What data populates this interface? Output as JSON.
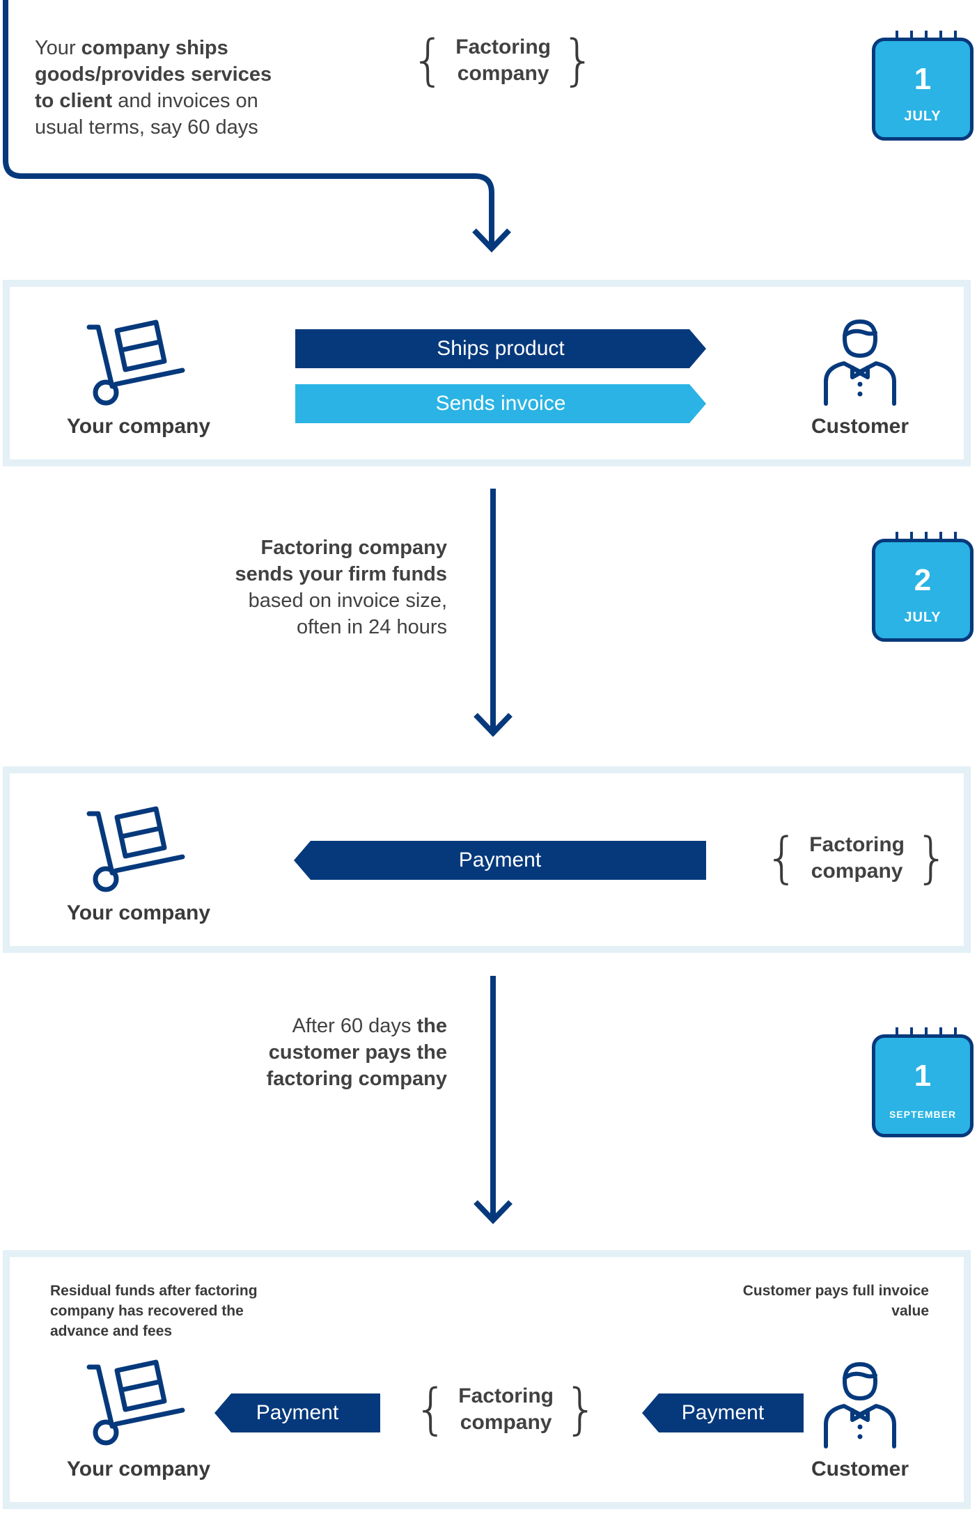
{
  "step1": {
    "text_parts": [
      "Your ",
      "company ships goods/provides services to client",
      " and invoices on usual terms, say 60 days"
    ],
    "factoring_label": "Factoring company",
    "calendar": {
      "day": "1",
      "month": "JULY"
    }
  },
  "panel1": {
    "left_label": "Your company",
    "right_label": "Customer",
    "banner_top": "Ships product",
    "banner_bottom": "Sends invoice"
  },
  "step2": {
    "text_parts": [
      "Factoring company sends your firm funds",
      " based on invoice size, often in 24 hours"
    ],
    "calendar": {
      "day": "2",
      "month": "JULY"
    }
  },
  "panel2": {
    "left_label": "Your company",
    "banner": "Payment",
    "right_factoring_label": "Factoring company"
  },
  "step3": {
    "text_parts": [
      "After 60 days ",
      "the customer pays the factoring company"
    ],
    "calendar": {
      "day": "1",
      "month": "SEPTEMBER"
    }
  },
  "panel3": {
    "left_note": "Residual funds after factoring company has recovered the advance and fees",
    "right_note": "Customer pays full invoice value",
    "left_label": "Your company",
    "right_label": "Customer",
    "left_banner": "Payment",
    "right_banner": "Payment",
    "center_factoring_label": "Factoring company"
  },
  "colors": {
    "dark_blue": "#06397c",
    "light_blue": "#2ab3e4",
    "panel_border": "#e3f0f6"
  }
}
